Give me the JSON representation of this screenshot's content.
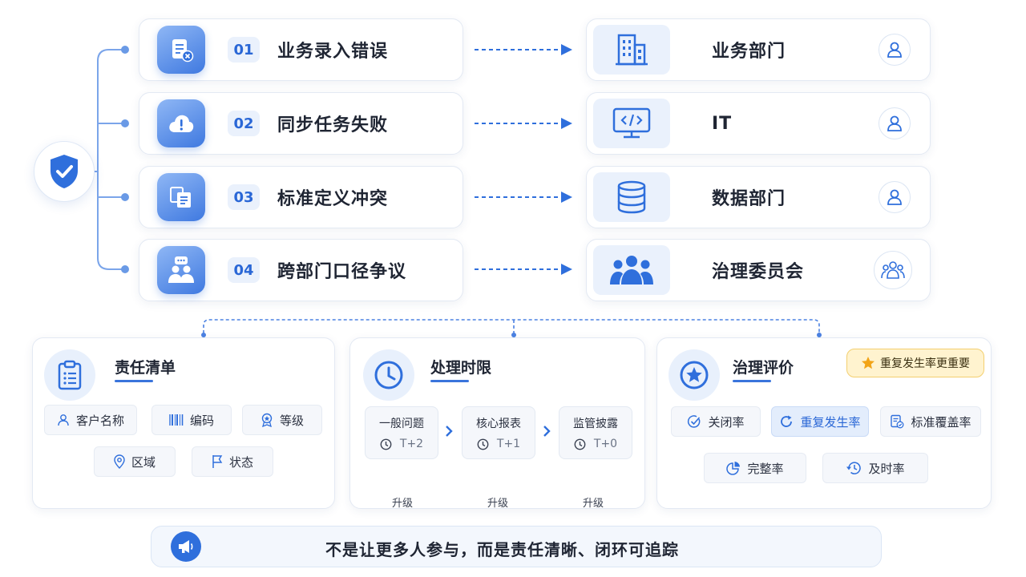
{
  "issues": [
    {
      "num": "01",
      "label": "业务录入错误",
      "icon": "document-error-icon"
    },
    {
      "num": "02",
      "label": "同步任务失败",
      "icon": "cloud-alert-icon"
    },
    {
      "num": "03",
      "label": "标准定义冲突",
      "icon": "copy-conflict-icon"
    },
    {
      "num": "04",
      "label": "跨部门口径争议",
      "icon": "team-chat-icon"
    }
  ],
  "owners": [
    {
      "label": "业务部门",
      "icon": "building-icon"
    },
    {
      "label": "IT",
      "icon": "code-monitor-icon"
    },
    {
      "label": "数据部门",
      "icon": "database-icon"
    },
    {
      "label": "治理委员会",
      "icon": "group-icon"
    }
  ],
  "responsibility": {
    "title": "责任清单",
    "chips": [
      "客户名称",
      "编码",
      "等级",
      "区域",
      "状态"
    ]
  },
  "deadline": {
    "title": "处理时限",
    "steps": [
      {
        "title": "一般问题",
        "time": "T+2"
      },
      {
        "title": "核心报表",
        "time": "T+1"
      },
      {
        "title": "监管披露",
        "time": "T+0"
      }
    ],
    "upgrade_labels": [
      "升级",
      "升级",
      "升级"
    ]
  },
  "evaluation": {
    "title": "治理评价",
    "badge": "重复发生率更重要",
    "chips": [
      "关闭率",
      "重复发生率",
      "标准覆盖率",
      "完整率",
      "及时率"
    ],
    "active_chip": "重复发生率"
  },
  "footer": {
    "text": "不是让更多人参与，而是责任清晰、闭环可追踪"
  },
  "colors": {
    "accent": "#2f6fdc",
    "accent_light": "#eaf1fc",
    "badge_bg": "#fff3cf",
    "star": "#f2a417"
  }
}
